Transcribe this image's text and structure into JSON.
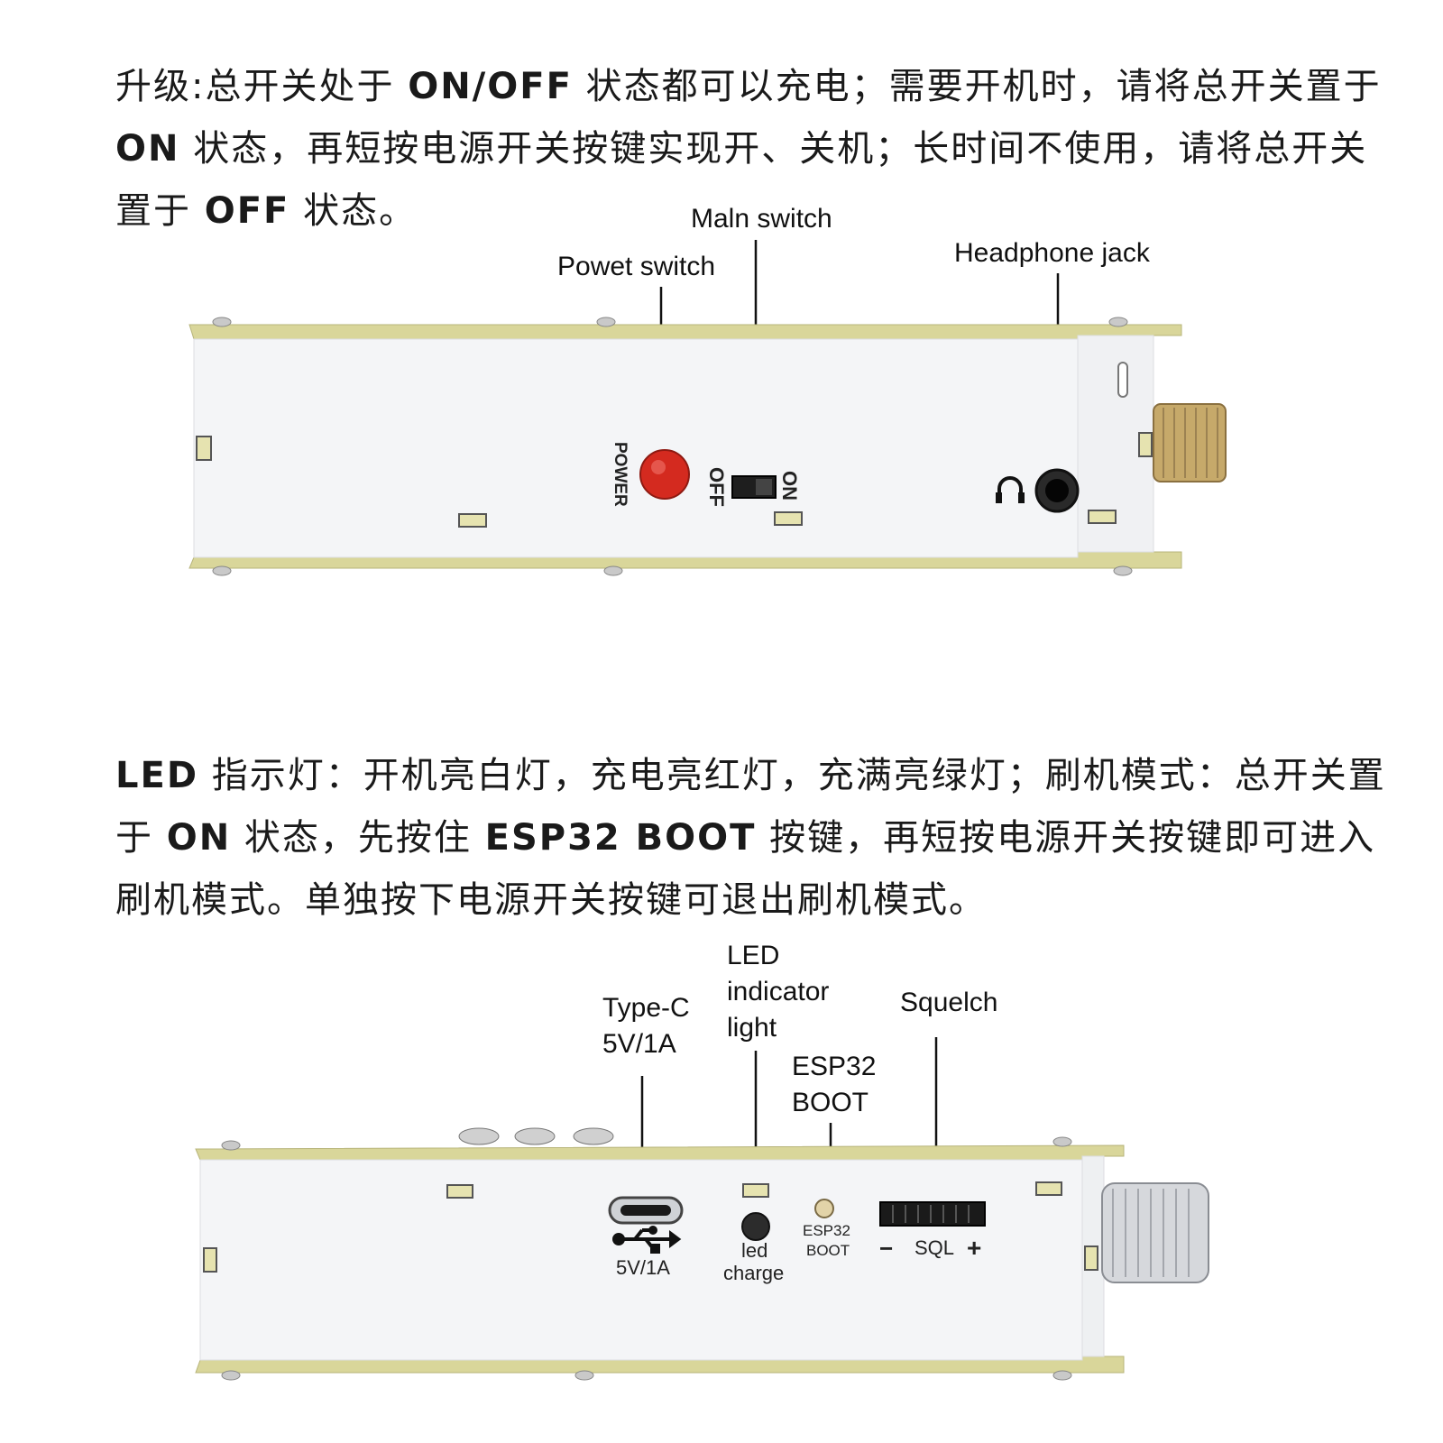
{
  "paragraph1": {
    "s1": "升级:总开关处于 ",
    "b1": "ON/OFF",
    "s2": " 状态都可以充电；需要开机时，请将总开关置于",
    "b2": "ON",
    "s3": " 状态，再短按电源开关按键实现开、关机；长时间不使用，请将总开关置于 ",
    "b3": "OFF",
    "s4": " 状态。"
  },
  "paragraph2": {
    "b1": "LED",
    "s1": " 指示灯：开机亮白灯，充电亮红灯，充满亮绿灯；刷机模式：总开关置于 ",
    "b2": "ON",
    "s2": " 状态，先按住 ",
    "b3": "ESP32 BOOT",
    "s3": " 按键，再短按电源开关按键即可进入刷机模式。单独按下电源开关按键可退出刷机模式。"
  },
  "top_device": {
    "callouts": {
      "main_switch": "Maln switch",
      "power_switch": "Powet switch",
      "headphone_jack": "Headphone jack"
    },
    "silkscreen": {
      "power": "POWER",
      "off": "OFF",
      "on": "ON"
    }
  },
  "bottom_device": {
    "callouts": {
      "type_c_line1": "Type-C",
      "type_c_line2": "5V/1A",
      "led_line1": "LED",
      "led_line2": "indicator",
      "led_line3": "light",
      "esp32_line1": "ESP32",
      "esp32_line2": "BOOT",
      "squelch": "Squelch"
    },
    "silkscreen": {
      "usb_rating": "5V/1A",
      "led": "led",
      "charge": "charge",
      "esp32": "ESP32",
      "boot": "BOOT",
      "minus": "−",
      "sql": "SQL",
      "plus": "+"
    }
  },
  "colors": {
    "pcb_rail": "#d9d69a",
    "panel": "#f4f5f7",
    "power_button": "#d42a1f"
  }
}
